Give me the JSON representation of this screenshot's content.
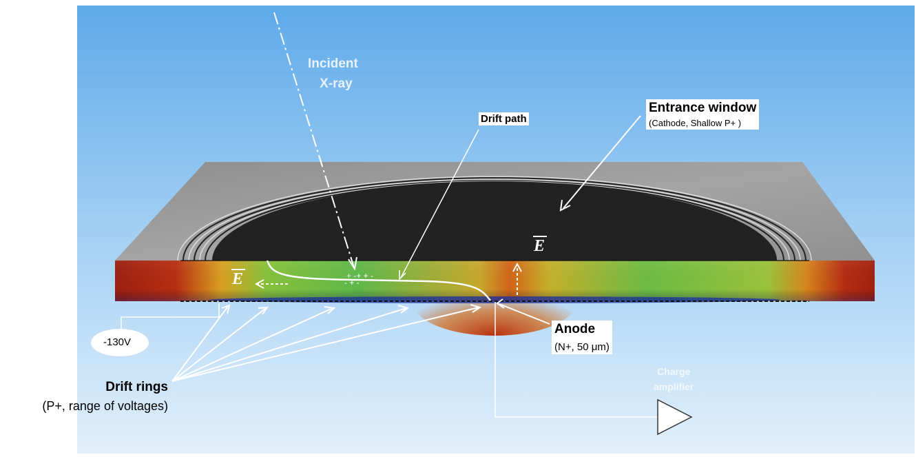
{
  "labels": {
    "incident_line1": "Incident",
    "incident_line2": "X-ray",
    "drift_path": "Drift path",
    "entrance_title": "Entrance window",
    "entrance_sub": "(Cathode, Shallow P+ )",
    "efield": "E",
    "anode_title": "Anode",
    "anode_sub": "(N+, 50 μm)",
    "voltage": "-130V",
    "charge_line1": "Charge",
    "charge_line2": "amplifier",
    "rings_title": "Drift rings",
    "rings_sub": "(P+, range of voltages)"
  },
  "colors": {
    "sky_top": "#62aeea",
    "sky_bottom": "#dcedfa",
    "slab_top": "#9a9a9a",
    "window": "#222222",
    "field_high": "#a3200f",
    "field_mid": "#8ac23a",
    "field_low": "#1c2f9a"
  }
}
